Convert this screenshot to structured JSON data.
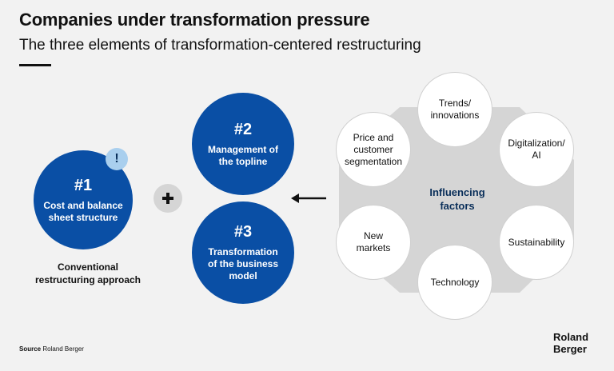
{
  "header": {
    "title": "Companies under transformation pressure",
    "subtitle": "The three elements of transformation-centered restructuring"
  },
  "element1": {
    "number": "#1",
    "label_line1": "Cost and balance",
    "label_line2": "sheet structure",
    "warning": "!"
  },
  "element2": {
    "number": "#2",
    "label_line1": "Management of",
    "label_line2": "the topline"
  },
  "element3": {
    "number": "#3",
    "label_line1": "Transformation",
    "label_line2": "of the business",
    "label_line3": "model"
  },
  "conventional": {
    "line1": "Conventional",
    "line2": "restructuring approach"
  },
  "influencing": {
    "center_line1": "Influencing",
    "center_line2": "factors",
    "factors": [
      {
        "line1": "Trends/",
        "line2": "innovations"
      },
      {
        "line1": "Digitalization/",
        "line2": "AI"
      },
      {
        "line1": "Sustainability"
      },
      {
        "line1": "Technology"
      },
      {
        "line1": "New",
        "line2": "markets"
      },
      {
        "line1": "Price and",
        "line2": "customer",
        "line3": "segmentation"
      }
    ]
  },
  "footer": {
    "source_label": "Source",
    "source_value": "Roland Berger",
    "logo_line1": "Roland",
    "logo_line2": "Berger"
  },
  "colors": {
    "blue": "#0a4fa5",
    "light_blue": "#a9cfee",
    "grey_shape": "#d5d5d5",
    "background": "#f2f2f2"
  }
}
